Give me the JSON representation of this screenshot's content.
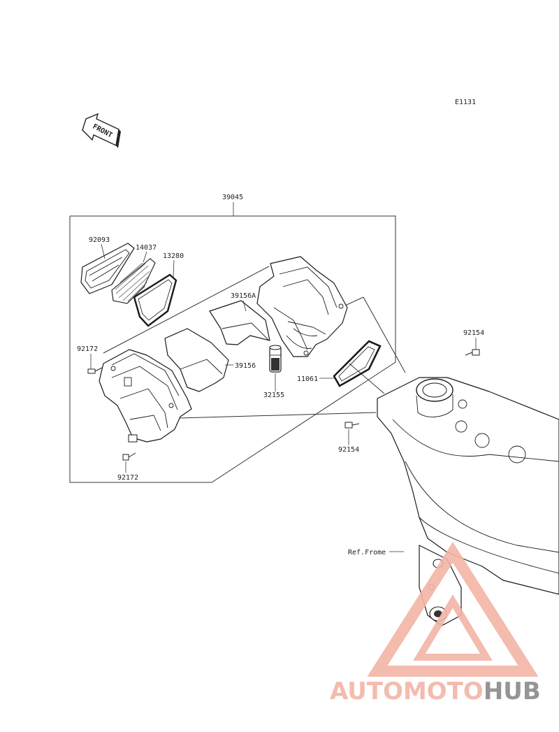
{
  "diagram_code": "E1131",
  "front_label": "FRONT",
  "assembly_label": "39045",
  "callouts": {
    "p92093": "92093",
    "p14037": "14037",
    "p13280": "13280",
    "p39156A": "39156A",
    "p92172_top": "92172",
    "p39156": "39156",
    "p32155": "32155",
    "p11061": "11061",
    "p92154_top": "92154",
    "p92154_bottom": "92154",
    "p92172_bottom": "92172",
    "ref_frame": "Ref.Frome"
  },
  "watermark": {
    "part1": "AUTOMOTO",
    "part2": "HUB",
    "color1": "#f2b5a6",
    "color2": "#c94a3a",
    "color3": "#8a8a8a"
  }
}
